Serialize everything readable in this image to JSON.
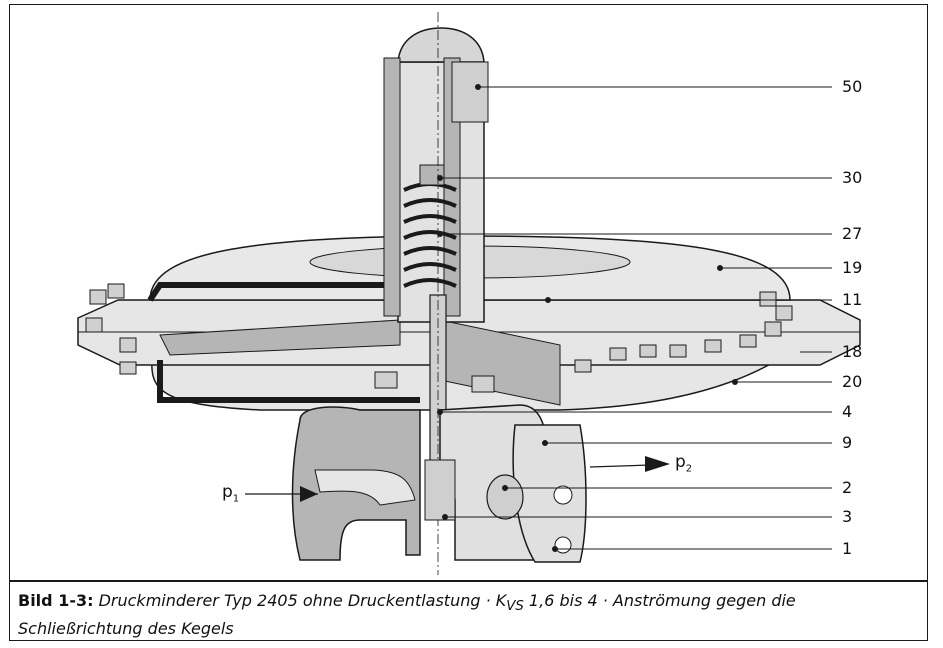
{
  "callouts": [
    {
      "id": "50",
      "label": "50"
    },
    {
      "id": "30",
      "label": "30"
    },
    {
      "id": "27",
      "label": "27"
    },
    {
      "id": "19",
      "label": "19"
    },
    {
      "id": "11",
      "label": "11"
    },
    {
      "id": "18",
      "label": "18"
    },
    {
      "id": "20",
      "label": "20"
    },
    {
      "id": "4",
      "label": "4"
    },
    {
      "id": "9",
      "label": "9"
    },
    {
      "id": "2",
      "label": "2"
    },
    {
      "id": "3",
      "label": "3"
    },
    {
      "id": "1",
      "label": "1"
    }
  ],
  "pressure_labels": {
    "p1_base": "p",
    "p1_sub": "1",
    "p2_base": "p",
    "p2_sub": "2"
  },
  "caption": {
    "label": "Bild 1-3:",
    "text_a": "Druckminderer Typ 2405 ohne Druckentlastung · K",
    "text_sub": "VS",
    "text_b": " 1,6 bis 4 · Anströmung gegen die Schließrichtung des Kegels"
  },
  "colors": {
    "line": "#1a1a1a",
    "light_fill": "#e6e6e6",
    "mid_fill": "#c9c9c9",
    "section_fill": "#b5b5b5"
  }
}
